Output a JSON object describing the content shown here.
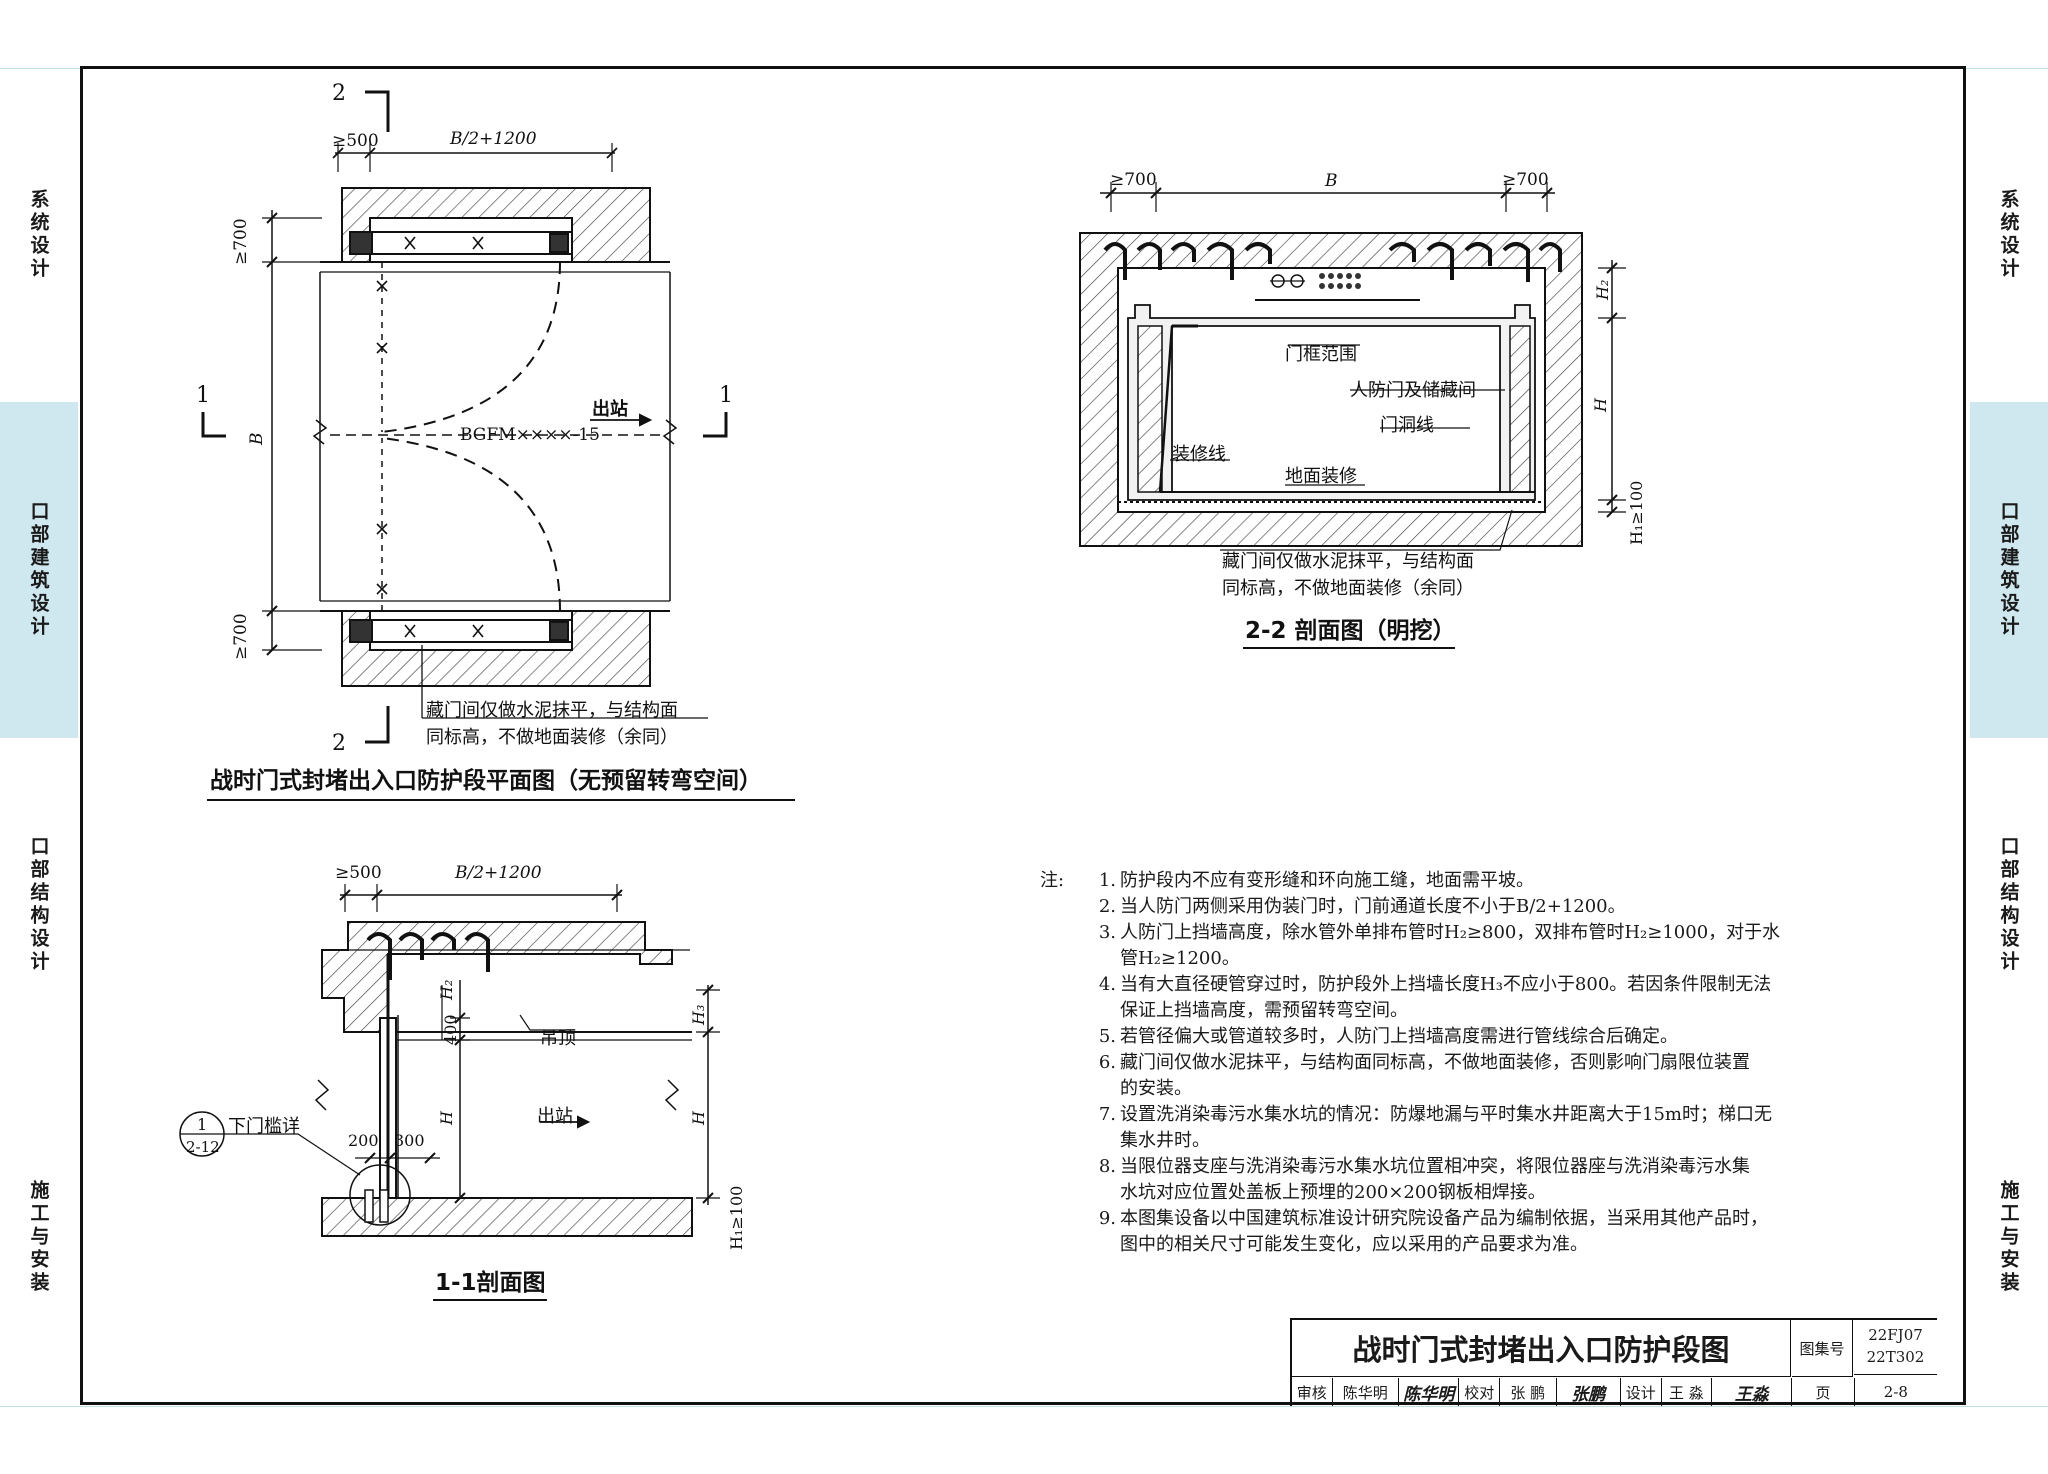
{
  "side_tabs": [
    "系统设计",
    "口部建筑设计",
    "口部结构设计",
    "施工与安装"
  ],
  "plan": {
    "dim_top_a": "≥500",
    "dim_top_b": "B/2+1200",
    "dim_side_a": "≥700",
    "dim_side_b": "B",
    "dim_side_c": "≥700",
    "section_mark_1": "1",
    "section_mark_2": "2",
    "door_label": "BGFM××××-15",
    "exit_label": "出站",
    "note_line1": "藏门间仅做水泥抹平，与结构面",
    "note_line2": "同标高，不做地面装修（余同）",
    "caption": "战时门式封堵出入口防护段平面图（无预留转弯空间）"
  },
  "section_22": {
    "dim_a": "≥700",
    "dim_b": "B",
    "dim_c": "≥700",
    "h2": "H₂",
    "h": "H",
    "h1": "H₁≥100",
    "lbl_frame": "门框范围",
    "lbl_door": "人防门及储藏间",
    "lbl_opening": "门洞线",
    "lbl_deco": "装修线",
    "lbl_floor": "地面装修",
    "note_line1": "藏门间仅做水泥抹平，与结构面",
    "note_line2": "同标高，不做地面装修（余同）",
    "caption": "2-2 剖面图（明挖）"
  },
  "section_11": {
    "dim_a": "≥500",
    "dim_b": "B/2+1200",
    "h2": "H₂",
    "h3": "H₃",
    "h": "H",
    "h1": "H₁≥100",
    "d400": "400",
    "d200": "200",
    "d300": "300",
    "ceiling": "吊顶",
    "exit_label": "出站",
    "detail_label": "下门槛详",
    "detail_num": "1",
    "detail_ref": "2-12",
    "caption": "1-1剖面图"
  },
  "notes": {
    "label": "注:",
    "items": [
      {
        "n": "1.",
        "lines": [
          "防护段内不应有变形缝和环向施工缝，地面需平坡。"
        ]
      },
      {
        "n": "2.",
        "lines": [
          "当人防门两侧采用伪装门时，门前通道长度不小于B/2+1200。"
        ]
      },
      {
        "n": "3.",
        "lines": [
          "人防门上挡墙高度，除水管外单排布管时H₂≥800，双排布管时H₂≥1000，对于水",
          "管H₂≥1200。"
        ]
      },
      {
        "n": "4.",
        "lines": [
          "当有大直径硬管穿过时，防护段外上挡墙长度H₃不应小于800。若因条件限制无法",
          "保证上挡墙高度，需预留转弯空间。"
        ]
      },
      {
        "n": "5.",
        "lines": [
          "若管径偏大或管道较多时，人防门上挡墙高度需进行管线综合后确定。"
        ]
      },
      {
        "n": "6.",
        "lines": [
          "藏门间仅做水泥抹平，与结构面同标高，不做地面装修，否则影响门扇限位装置",
          "的安装。"
        ]
      },
      {
        "n": "7.",
        "lines": [
          "设置洗消染毒污水集水坑的情况：防爆地漏与平时集水井距离大于15m时；梯口无",
          "集水井时。"
        ]
      },
      {
        "n": "8.",
        "lines": [
          "当限位器支座与洗消染毒污水集水坑位置相冲突，将限位器座与洗消染毒污水集",
          "水坑对应位置处盖板上预埋的200×200钢板相焊接。"
        ]
      },
      {
        "n": "9.",
        "lines": [
          "本图集设备以中国建筑标准设计研究院设备产品为编制依据，当采用其他产品时，",
          "图中的相关尺寸可能发生变化，应以采用的产品要求为准。"
        ]
      }
    ]
  },
  "title_block": {
    "title": "战时门式封堵出入口防护段图",
    "code_label": "图集号",
    "code_1": "22FJ07",
    "code_2": "22T302",
    "review_label": "审核",
    "review_name": "陈华明",
    "review_sig": "陈华明",
    "check_label": "校对",
    "check_name": "张 鹏",
    "check_sig": "张鹏",
    "design_label": "设计",
    "design_name": "王 淼",
    "design_sig": "王淼",
    "page_label": "页",
    "page_no": "2-8"
  }
}
